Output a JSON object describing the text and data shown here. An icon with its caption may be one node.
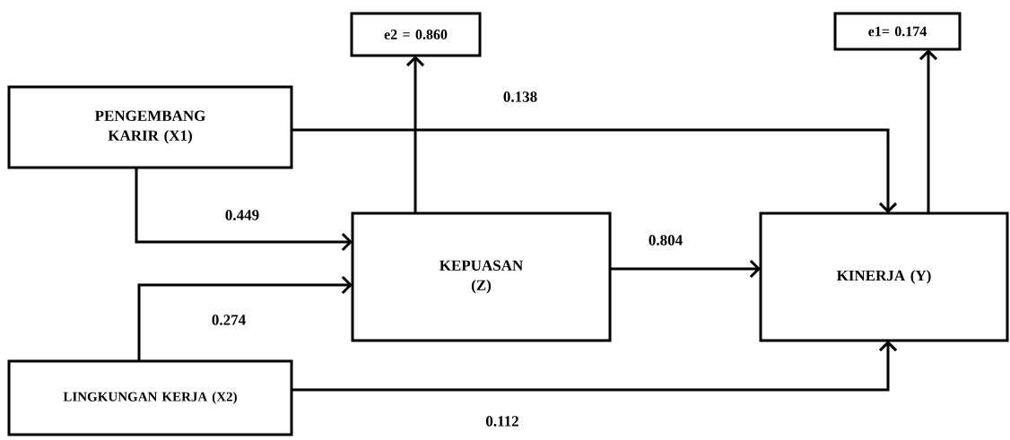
{
  "diagram": {
    "nodes": [
      {
        "text": [
          "PENGEMBANG KARIR (X1)"
        ]
      },
      {
        "text": [
          "LINGKUNGAN KERJA (X2)"
        ]
      },
      {
        "text": [
          "KEPUASAN (Z)"
        ]
      },
      {
        "text": [
          "KINERJA (Y)"
        ]
      },
      {
        "text": [
          "e2 = 0.860"
        ]
      },
      {
        "text": [
          "e1= 0.174"
        ]
      }
    ],
    "edges": [
      {
        "from": 0,
        "to": 2,
        "arrow": "to",
        "label": "0.449"
      },
      {
        "from": 1,
        "to": 2,
        "arrow": "to",
        "label": "0.274"
      },
      {
        "from": 0,
        "to": 3,
        "arrow": "to",
        "label": "0.138"
      },
      {
        "from": 1,
        "to": 3,
        "arrow": "to",
        "label": "0.112"
      },
      {
        "from": 2,
        "to": 3,
        "arrow": "to",
        "label": "0.804"
      },
      {
        "from": 2,
        "to": 4,
        "arrow": "to"
      },
      {
        "from": 3,
        "to": 5,
        "arrow": "to"
      }
    ]
  }
}
